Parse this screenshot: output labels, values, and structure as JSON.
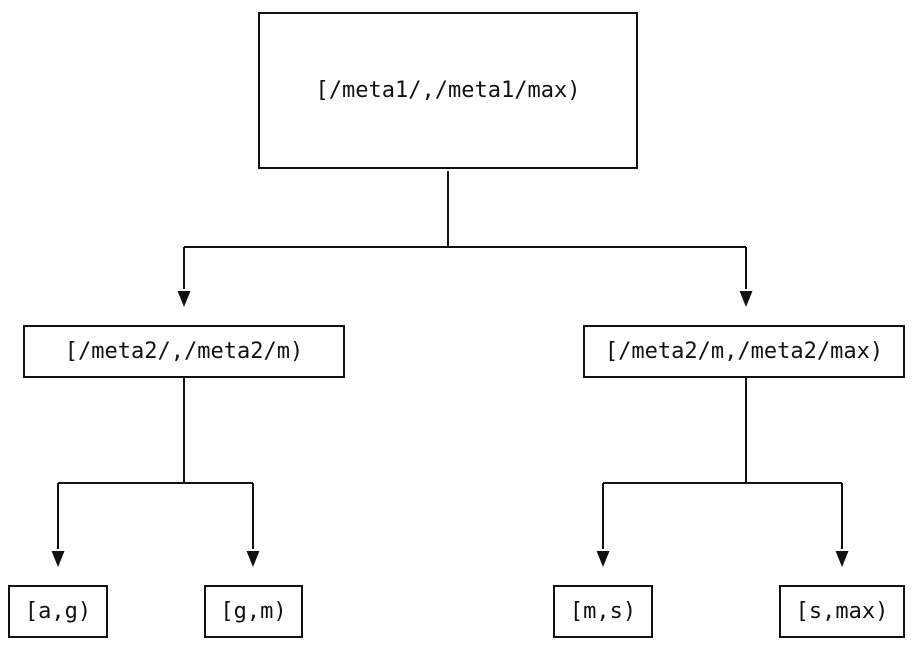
{
  "nodes": {
    "root": {
      "label": "[/meta1/,/meta1/max)"
    },
    "left_child": {
      "label": "[/meta2/,/meta2/m)"
    },
    "right_child": {
      "label": "[/meta2/m,/meta2/max)"
    },
    "leaf_a_g": {
      "label": "[a,g)"
    },
    "leaf_g_m": {
      "label": "[g,m)"
    },
    "leaf_m_s": {
      "label": "[m,s)"
    },
    "leaf_s_max": {
      "label": "[s,max)"
    }
  },
  "structure": {
    "root_children": [
      "left_child",
      "right_child"
    ],
    "left_child_children": [
      "leaf_a_g",
      "leaf_g_m"
    ],
    "right_child_children": [
      "leaf_m_s",
      "leaf_s_max"
    ]
  },
  "colors": {
    "line": "#111111",
    "background": "#ffffff",
    "node_text": "#111111"
  }
}
